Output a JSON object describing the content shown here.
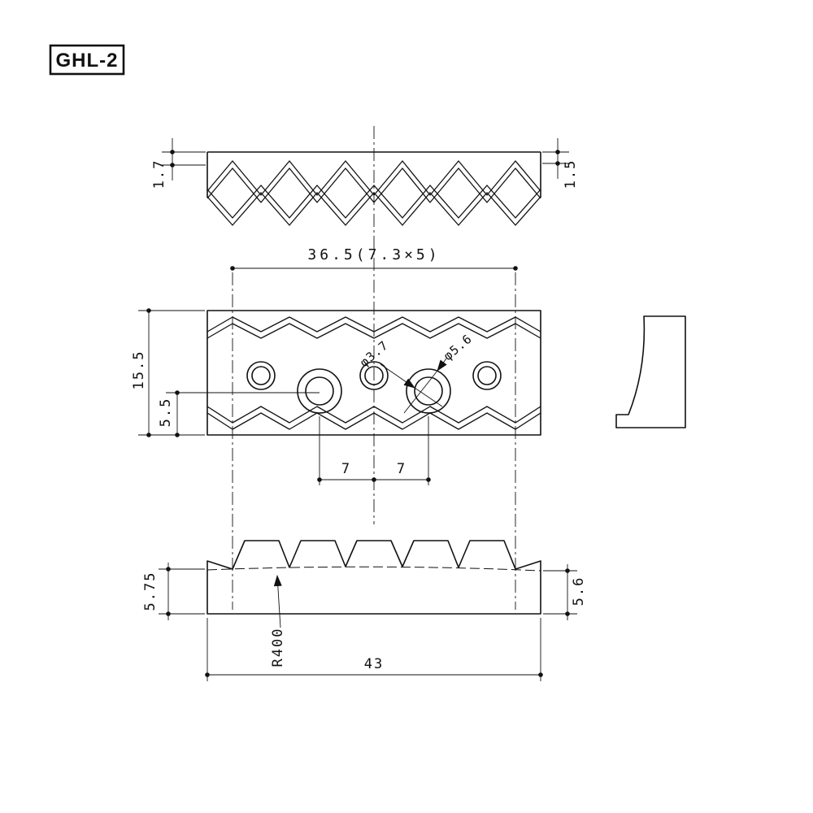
{
  "title": "GHL-2",
  "colors": {
    "line": "#111111",
    "background": "#ffffff"
  },
  "dimensions": {
    "top_view": {
      "left_height": "1.7",
      "right_height": "1.5"
    },
    "front_view": {
      "string_spread": "36.5(7.3×5)",
      "total_height": "15.5",
      "hole_center_height": "5.5",
      "hole_dia_small": "φ3.7",
      "counterbore_dia": "φ5.6",
      "hole_pitch_left": "7",
      "hole_pitch_right": "7"
    },
    "bottom_view": {
      "left_height": "5.75",
      "right_height": "5.6",
      "bottom_radius": "R400",
      "overall_width": "43"
    }
  }
}
